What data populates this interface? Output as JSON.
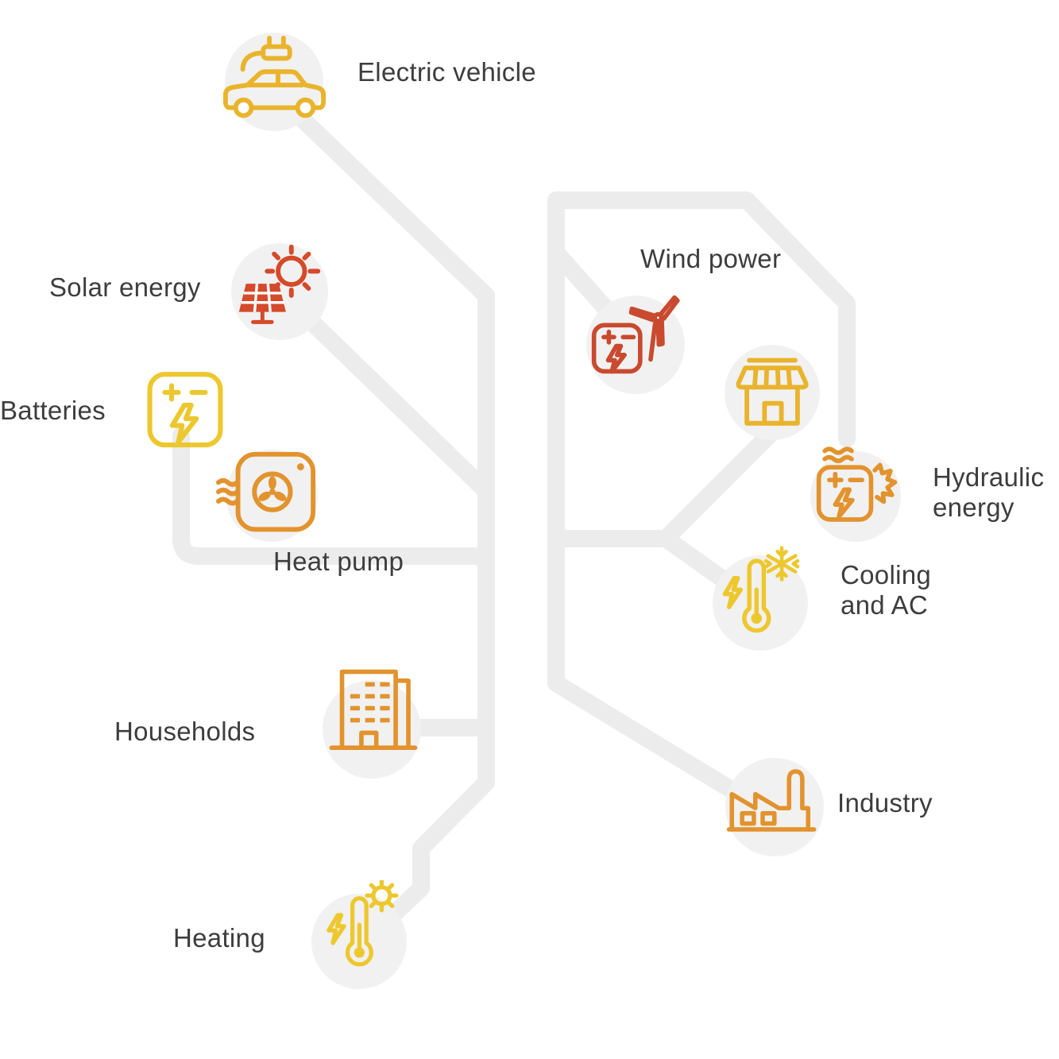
{
  "nodes": [
    {
      "id": "electric-vehicle",
      "label": "Electric vehicle",
      "icon": "electric-car-plug-icon",
      "color": "#E9B42C"
    },
    {
      "id": "solar-energy",
      "label": "Solar energy",
      "icon": "sun-solar-panel-icon",
      "color": "#D44A2A"
    },
    {
      "id": "batteries",
      "label": "Batteries",
      "icon": "battery-bolt-icon",
      "color": "#EDC72E"
    },
    {
      "id": "heat-pump",
      "label": "Heat pump",
      "icon": "heat-pump-fan-icon",
      "color": "#E2932E"
    },
    {
      "id": "households",
      "label": "Households",
      "icon": "apartment-building-icon",
      "color": "#E2932E"
    },
    {
      "id": "heating",
      "label": "Heating",
      "icon": "thermometer-sun-icon",
      "color": "#EDC72E"
    },
    {
      "id": "wind-power",
      "label": "Wind power",
      "icon": "wind-turbine-battery-icon",
      "color": "#C94A2E"
    },
    {
      "id": "store",
      "label": "",
      "icon": "storefront-icon",
      "color": "#E9B42C"
    },
    {
      "id": "hydraulic-energy",
      "label": "Hydraulic energy",
      "icon": "water-battery-splash-icon",
      "color": "#E2932E"
    },
    {
      "id": "cooling-ac",
      "label": "Cooling and AC",
      "icon": "thermometer-snowflake-icon",
      "color": "#EDC72E"
    },
    {
      "id": "industry",
      "label": "Industry",
      "icon": "factory-icon",
      "color": "#E2932E"
    }
  ],
  "styles": {
    "line_color": "#ECECEC",
    "bubble_color": "#F1F1F1",
    "text_color": "#3D3D3D",
    "background": "#FFFFFF"
  }
}
